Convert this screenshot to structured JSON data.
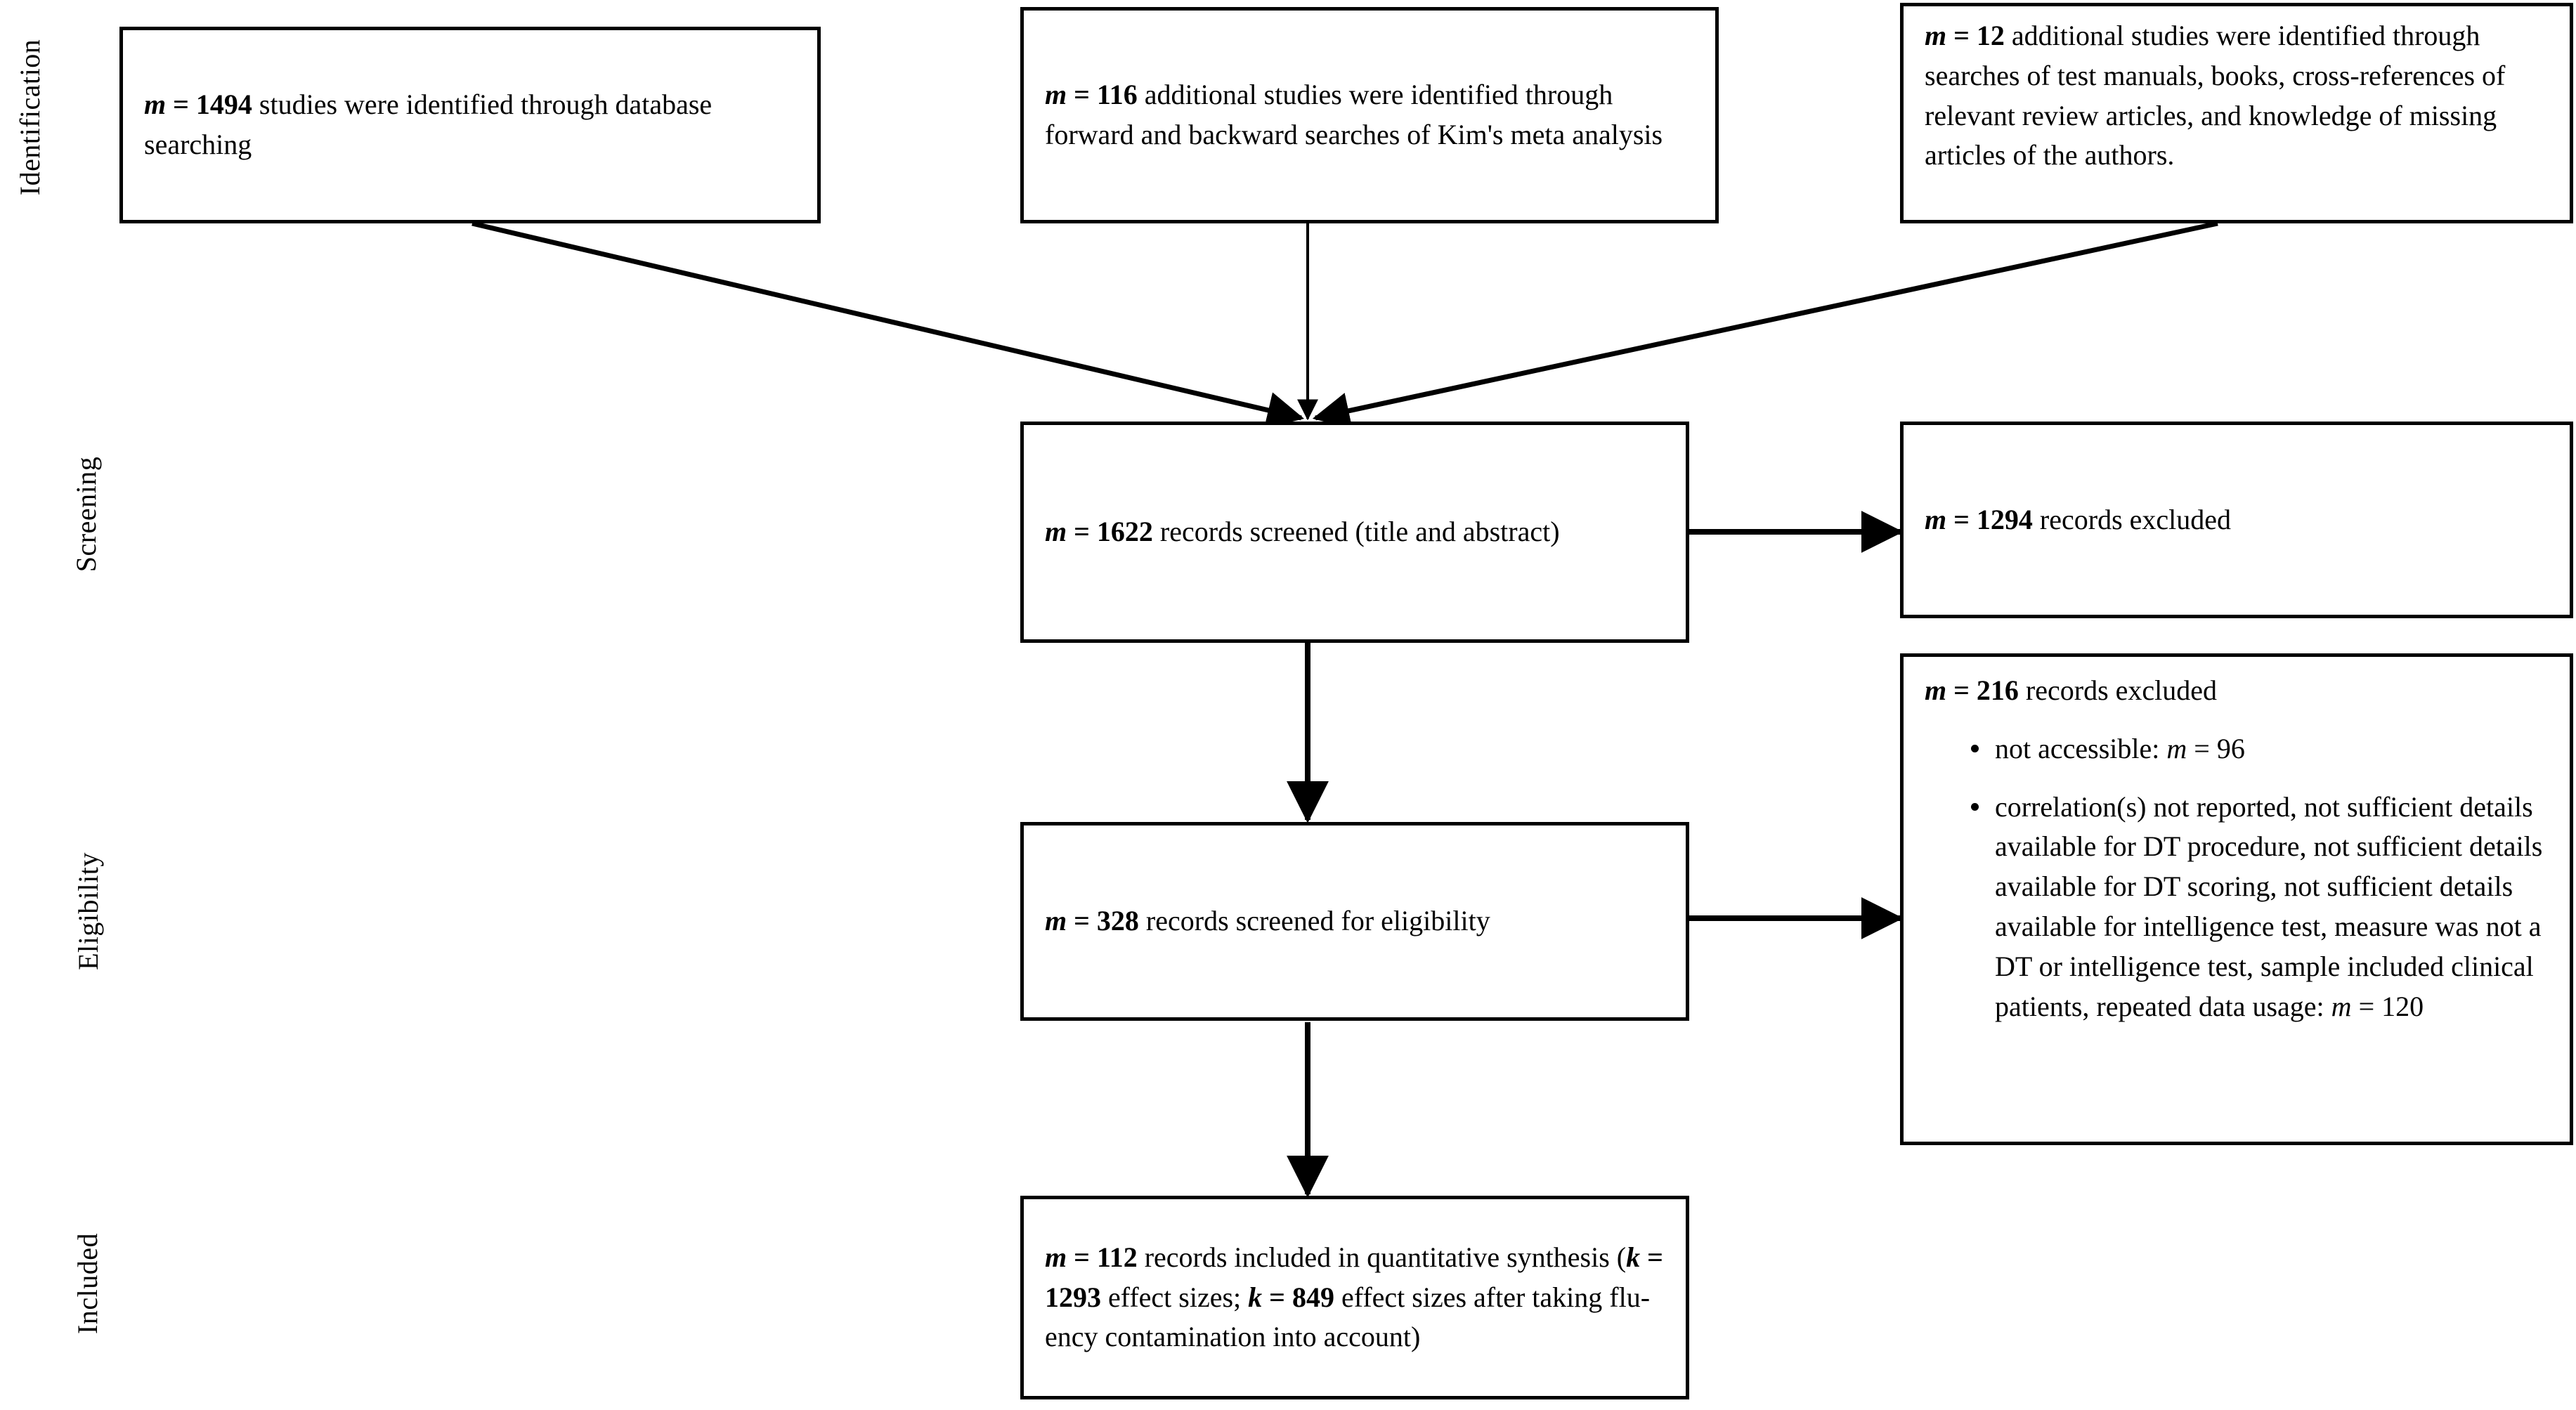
{
  "figure": {
    "type": "prisma-flow-diagram",
    "variable_symbol": "m",
    "effect_symbol": "k"
  },
  "stages": [
    {
      "id": "identification",
      "label": "Identification"
    },
    {
      "id": "screening",
      "label": "Screening"
    },
    {
      "id": "eligibility",
      "label": "Eligibility"
    },
    {
      "id": "included",
      "label": "Included"
    }
  ],
  "boxes": {
    "database_search": {
      "count_symbol": "m",
      "count_value": "1494",
      "text": "studies were identified through database searching",
      "full_text": "m = 1494 studies were identified through database searching"
    },
    "forward_backward": {
      "count_symbol": "m",
      "count_value": "116",
      "text": "additional studies were iden­tified through forward and backward searches of Kim's meta analysis",
      "full_text": "m = 116 additional studies were identified through forward and backward searches of Kim's meta analysis"
    },
    "other_sources": {
      "count_symbol": "m",
      "count_value": "12",
      "text": "additional studies were identi­fied through searches of test manuals, books, cross-references of relevant re­view articles, and knowledge of miss­ing articles of the authors.",
      "full_text": "m = 12 additional studies were identified through searches of test manuals, books, cross-references of relevant review articles, and knowledge of missing articles of the authors."
    },
    "records_screened": {
      "count_symbol": "m",
      "count_value": "1622",
      "text": "records screened (title and abstract)",
      "full_text": "m = 1622 records screened (title and abstract)"
    },
    "records_excluded_screening": {
      "count_symbol": "m",
      "count_value": "1294",
      "text": "records excluded",
      "full_text": "m = 1294 records excluded"
    },
    "screened_eligibility": {
      "count_symbol": "m",
      "count_value": "328",
      "text": "records screened for eligibil­ity",
      "full_text": "m = 328 records screened for eligibility"
    },
    "records_excluded_eligibility": {
      "count_symbol": "m",
      "count_value": "216",
      "text": "records excluded",
      "full_text": "m = 216 records excluded",
      "reasons": [
        {
          "text_before": "not accessible:",
          "symbol": "m",
          "value": "96",
          "full_text": "not accessible: m = 96"
        },
        {
          "text_before": "correlation(s) not reported, not sufficient details available for DT procedure, not sufficient details available for DT scoring, not sufficient details available for intelligence test, measure was not a DT or intelligence test, sample included clinical patients, repeated data usage:",
          "symbol": "m",
          "value": "120",
          "full_text": "correlation(s) not reported, not sufficient details available for DT procedure, not sufficient details available for DT scoring, not sufficient details available for intelligence test, measure was not a DT or intelligence test, sample included clinical patients, repeated data usage: m = 120"
        }
      ]
    },
    "included_synthesis": {
      "count_symbol": "m",
      "count_value": "112",
      "text_1": "records included in quantita­tive synthesis (",
      "k_symbol_1": "k",
      "k_value_1": "1293",
      "text_2": "effect sizes;",
      "k_symbol_2": "k",
      "k_value_2": "849",
      "text_3": "effect sizes after taking flu­ency contamination into account)",
      "full_text": "m = 112 records included in quantitative synthesis (k = 1293 effect sizes; k = 849 effect sizes after taking fluency contamination into account)"
    }
  },
  "colors": {
    "stroke": "#000000",
    "background": "#ffffff",
    "text": "#000000"
  }
}
